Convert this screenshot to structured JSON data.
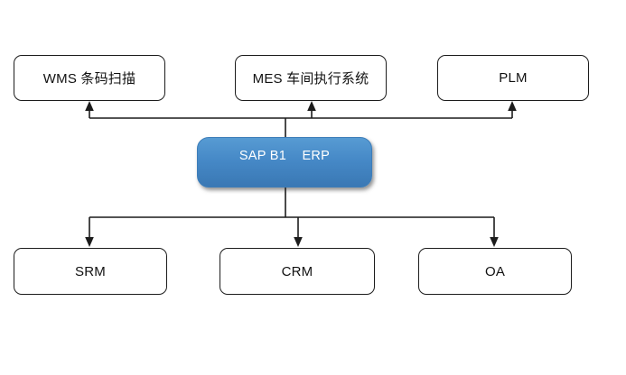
{
  "diagram": {
    "type": "system-architecture-flowchart",
    "center_node": {
      "label": "SAP B1    ERP",
      "fill_top": "#579bd3",
      "fill_bottom": "#3a78b4",
      "text_color": "#ffffff"
    },
    "top_row": [
      {
        "label": "WMS 条码扫描"
      },
      {
        "label": "MES 车间执行系统"
      },
      {
        "label": "PLM"
      }
    ],
    "bottom_row": [
      {
        "label": "SRM"
      },
      {
        "label": "CRM"
      },
      {
        "label": "OA"
      }
    ],
    "edges": [
      {
        "from": "SAP B1 ERP",
        "to": "WMS 条码扫描",
        "direction": "up"
      },
      {
        "from": "SAP B1 ERP",
        "to": "MES 车间执行系统",
        "direction": "up"
      },
      {
        "from": "SAP B1 ERP",
        "to": "PLM",
        "direction": "up"
      },
      {
        "from": "SAP B1 ERP",
        "to": "SRM",
        "direction": "down"
      },
      {
        "from": "SAP B1 ERP",
        "to": "CRM",
        "direction": "down"
      },
      {
        "from": "SAP B1 ERP",
        "to": "OA",
        "direction": "down"
      }
    ],
    "colors": {
      "background": "#ffffff",
      "box_border": "#1c1c1c",
      "connector_line": "#1c1c1c",
      "box_text": "#111111"
    }
  }
}
